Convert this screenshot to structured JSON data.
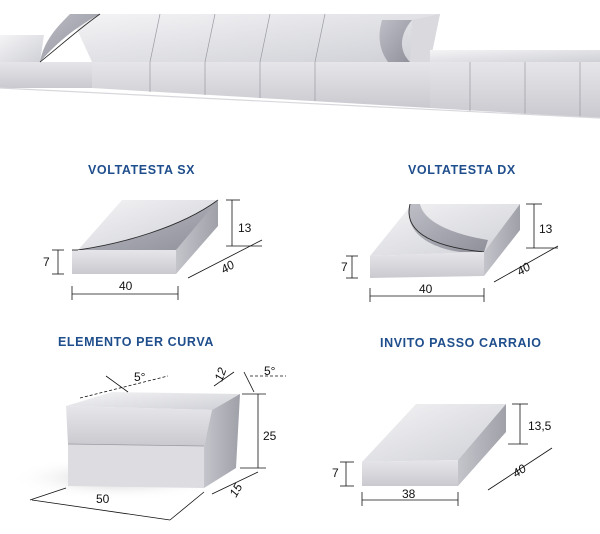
{
  "kerb_strip": {
    "alt": ""
  },
  "blocks": [
    {
      "title": "VOLTATESTA SX",
      "dims": {
        "height_high": "13",
        "height_low": "7",
        "width": "40",
        "depth": "40"
      }
    },
    {
      "title": "VOLTATESTA DX",
      "dims": {
        "height_high": "13",
        "height_low": "7",
        "width": "40",
        "depth": "40"
      }
    },
    {
      "title": "ELEMENTO PER CURVA",
      "dims": {
        "angle_left": "5°",
        "angle_right": "5°",
        "top": "12",
        "height": "25",
        "width": "50",
        "depth": "15"
      }
    },
    {
      "title": "INVITO PASSO CARRAIO",
      "dims": {
        "height_high": "13,5",
        "height_low": "7",
        "width": "38",
        "depth": "40"
      }
    }
  ],
  "colors": {
    "title": "#1f4e8c",
    "block_light": "#e9e9ec",
    "block_mid": "#cfcfd4",
    "block_dark": "#a9a9b0"
  }
}
